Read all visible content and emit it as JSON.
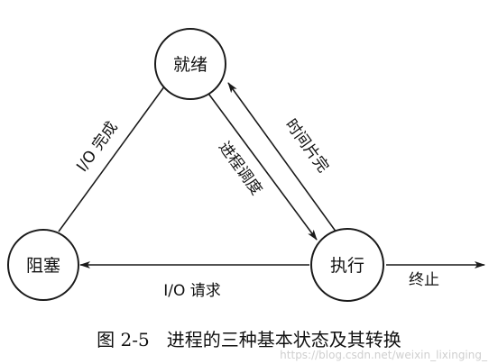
{
  "diagram": {
    "states": {
      "ready": "就绪",
      "running": "执行",
      "blocked": "阻塞"
    },
    "transitions": {
      "io_complete": "I/O 完成",
      "dispatch": "进程调度",
      "time_slice": "时间片完",
      "io_request": "I/O 请求",
      "terminate": "终止"
    },
    "caption": "图 2-5   进程的三种基本状态及其转换",
    "watermark": "https://blog.csdn.net/weixin_lixinging_"
  },
  "colors": {
    "line": "#1a1a1a",
    "text": "#111111",
    "background": "#ffffff",
    "watermark": "#cfcfcf"
  }
}
